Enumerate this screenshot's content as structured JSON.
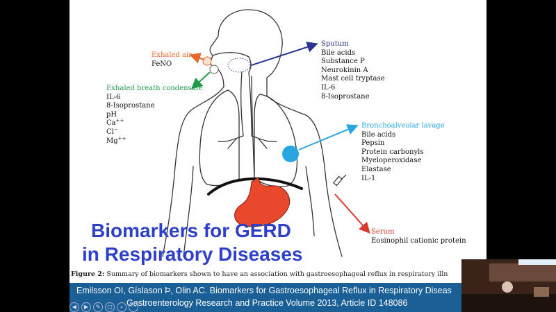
{
  "labels": {
    "exhaled_air": {
      "heading": "Exhaled air",
      "items": [
        "FeNO"
      ]
    },
    "sputum": {
      "heading": "Sputum",
      "items": [
        "Bile acids",
        "Substance P",
        "Neurokinin A",
        "Mast cell tryptase",
        "IL-6",
        "8-Isoprostane"
      ]
    },
    "condensate": {
      "heading": "Exhaled breath condensate",
      "items": [
        "IL-6",
        "8-Isoprostane",
        "pH"
      ],
      "ions": [
        {
          "base": "Ca",
          "sup": "++"
        },
        {
          "base": "Cl",
          "sup": "−"
        },
        {
          "base": "Mg",
          "sup": "++"
        }
      ]
    },
    "bal": {
      "heading": "Bronchoalveolar lavage",
      "items": [
        "Bile acids",
        "Pepsin",
        "Protein carbonyls",
        "Myeloperoxidase",
        "Elastase",
        "IL-1"
      ]
    },
    "serum": {
      "heading": "Serum",
      "items": [
        "Eosinophil cationic protein"
      ]
    }
  },
  "overlay_title": {
    "line1": "Biomarkers for GERD",
    "line2": "in Respiratory Diseases"
  },
  "caption": {
    "label": "Figure 2:",
    "text": "Summary of biomarkers shown to have an association with gastroesophageal reflux in respiratory illn"
  },
  "citation": {
    "line1": "Emilsson OI, Gíslason Þ, Olin AC. Biomarkers for Gastroesophageal Reflux in Respiratory Diseas",
    "line2": "Gastroenterology Research and Practice Volume 2013, Article ID 148086"
  },
  "colors": {
    "exhaled_air": "#e8672a",
    "sputum": "#2b3591",
    "condensate": "#1f9a4b",
    "bal": "#29a6df",
    "serum": "#d93a2e",
    "stomach": "#e8482c",
    "overlay": "#2e3fc8",
    "citation_bar": "#1b5f97"
  },
  "icons": [
    "arrow-left-icon",
    "arrow-right-icon",
    "pen-icon",
    "slides-icon",
    "zoom-icon",
    "more-icon"
  ]
}
